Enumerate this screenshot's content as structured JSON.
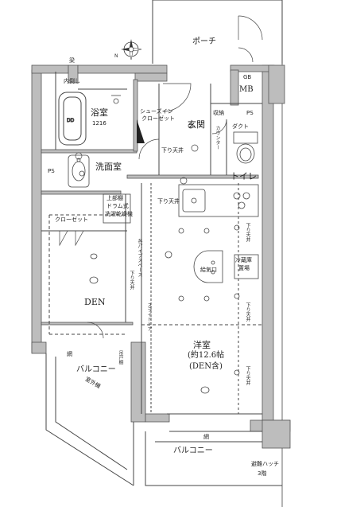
{
  "rooms": {
    "porch": "ポーチ",
    "mb": "MB",
    "gb": "GB",
    "bath": "浴室",
    "bath_size": "1216",
    "entrance": "玄関",
    "shoes_closet": "シューズイン",
    "shoes_closet_2": "クローゼット",
    "washroom": "洗面室",
    "toilet": "トイレ",
    "den": "DEN",
    "western": "洋室",
    "western_size": "(約12.6帖",
    "western_note": "(DEN含)",
    "balcony_1": "バルコニー",
    "balcony_2": "バルコニー"
  },
  "labels": {
    "beam": "梁",
    "storage_top": "内倒し",
    "ps_left": "PS",
    "ps_right": "PS",
    "storage": "収納",
    "closet": "クローゼット",
    "dryer_1": "上部棚",
    "dryer_2": "ドラム式",
    "dryer_3": "洗濯乾燥機",
    "counter": "カウンター",
    "fridge_1": "冷蔵庫",
    "fridge_2": "置場",
    "net_1": "網",
    "net_2": "網",
    "outdoor_unit": "室外機",
    "hatch_1": "避難ハッチ",
    "hatch_2": "3階",
    "hanging_1": "吊戸棚",
    "duct": "ダクト",
    "drop_ceiling_1": "下り天井",
    "drop_ceiling_2": "下り天井",
    "drop_ceiling_3": "下り天井",
    "drop_ceiling_4": "下り天井",
    "drop_ceiling_5": "下り天井",
    "drop_ceiling_6": "下り天井",
    "piping": "各パイプスペース",
    "sliding_door": "スライドドア",
    "air_vent": "給気口"
  }
}
